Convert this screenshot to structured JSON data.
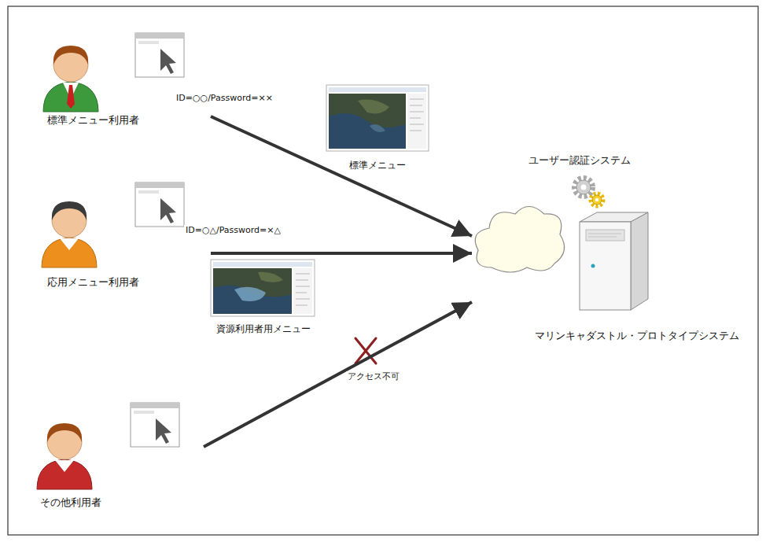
{
  "diagram": {
    "nodes": [
      {
        "text": [
          "標準メニュー利用者"
        ]
      },
      {
        "text": [
          "応用メニュー利用者"
        ]
      },
      {
        "text": [
          "その他利用者"
        ]
      },
      {
        "text": [
          "ユーザー認証システム",
          "マリンキャダストル・プロトタイプシステム"
        ]
      }
    ],
    "edges": [
      {
        "from": 0,
        "to": 3,
        "arrow": "to",
        "label": "ID=○○/Password=××"
      },
      {
        "from": 1,
        "to": 3,
        "arrow": "to",
        "label": "ID=○△/Password=×△"
      },
      {
        "from": 2,
        "to": 3,
        "arrow": "to",
        "label": "アクセス不可"
      }
    ],
    "labels": [
      "標準メニュー",
      "資源利用者用メニュー"
    ]
  }
}
